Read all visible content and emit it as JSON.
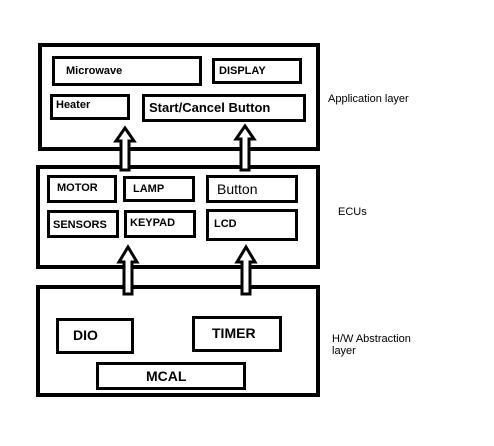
{
  "layers": {
    "application": {
      "label": "Application layer",
      "components": {
        "microwave": "Microwave",
        "display": "DISPLAY",
        "heater": "Heater",
        "start_cancel": "Start/Cancel Button"
      }
    },
    "ecus": {
      "label": "ECUs",
      "components": {
        "motor": "MOTOR",
        "lamp": "LAMP",
        "button": "Button",
        "sensors": "SENSORS",
        "keypad": "KEYPAD",
        "lcd": "LCD"
      }
    },
    "hw_abstraction": {
      "label_line1": "H/W Abstraction",
      "label_line2": "layer",
      "components": {
        "dio": "DIO",
        "timer": "TIMER",
        "mcal": "MCAL"
      }
    }
  }
}
